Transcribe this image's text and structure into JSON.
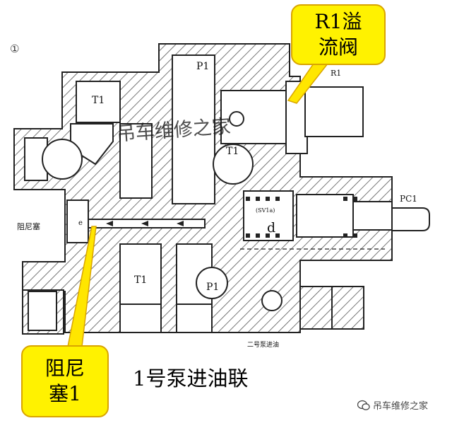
{
  "figure": {
    "circled_number": "①",
    "title": "1号泵进油联",
    "callouts": {
      "r1": [
        "R1溢",
        "流阀"
      ],
      "damper": [
        "阻尼",
        "塞1"
      ]
    },
    "labels": {
      "p1_top": "P1",
      "t1_top": "T1",
      "t1_mid": "T1",
      "r1_small": "R1",
      "pc1": "PC1",
      "sv": "(SV1a)",
      "d": "d",
      "e": "e",
      "damper_plug": "阻尼塞",
      "t1_bottom": "T1",
      "p1_bottom": "P1",
      "caption_small": "二号泵进油",
      "faint_watermark": "吊车维修之家"
    },
    "watermark": "吊车维修之家",
    "colors": {
      "callout_fill": "#fff200",
      "callout_border": "#d9a400",
      "arrow_fill": "#ffe600",
      "hatch": "#555555",
      "faint_watermark": "#e8a0a8"
    }
  }
}
